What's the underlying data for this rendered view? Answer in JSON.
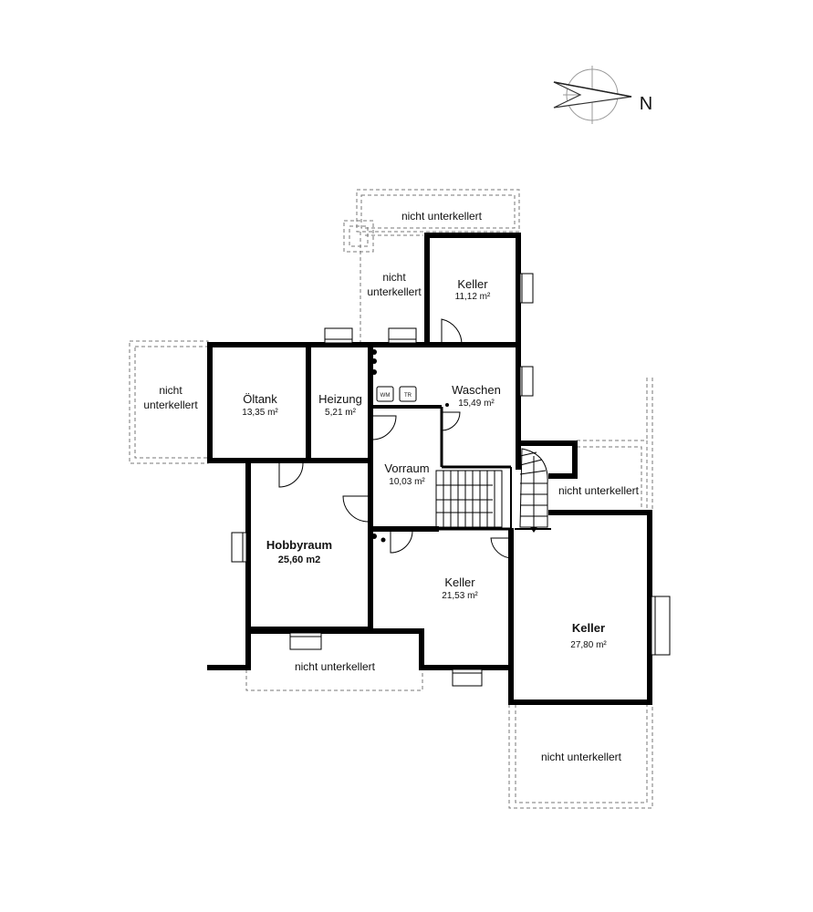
{
  "compass": {
    "label": "N"
  },
  "rooms": {
    "keller_top": {
      "name": "Keller",
      "area": "11,12 m²"
    },
    "oeltank": {
      "name": "Öltank",
      "area": "13,35 m²"
    },
    "heizung": {
      "name": "Heizung",
      "area": "5,21 m²"
    },
    "waschen": {
      "name": "Waschen",
      "area": "15,49 m²"
    },
    "vorraum": {
      "name": "Vorraum",
      "area": "10,03 m²"
    },
    "hobbyraum": {
      "name": "Hobbyraum",
      "area": "25,60 m2"
    },
    "keller_mid": {
      "name": "Keller",
      "area": "21,53 m²"
    },
    "keller_big": {
      "name": "Keller",
      "area": "27,80 m²"
    }
  },
  "appliances": {
    "wm": "WM",
    "tr": "TR"
  },
  "unexcavated": {
    "top": "nicht unterkellert",
    "upper_left_line1": "nicht",
    "upper_left_line2": "unterkellert",
    "west_line1": "nicht",
    "west_line2": "unterkellert",
    "east": "nicht unterkellert",
    "bottom_left": "nicht unterkellert",
    "bottom_right": "nicht unterkellert"
  }
}
